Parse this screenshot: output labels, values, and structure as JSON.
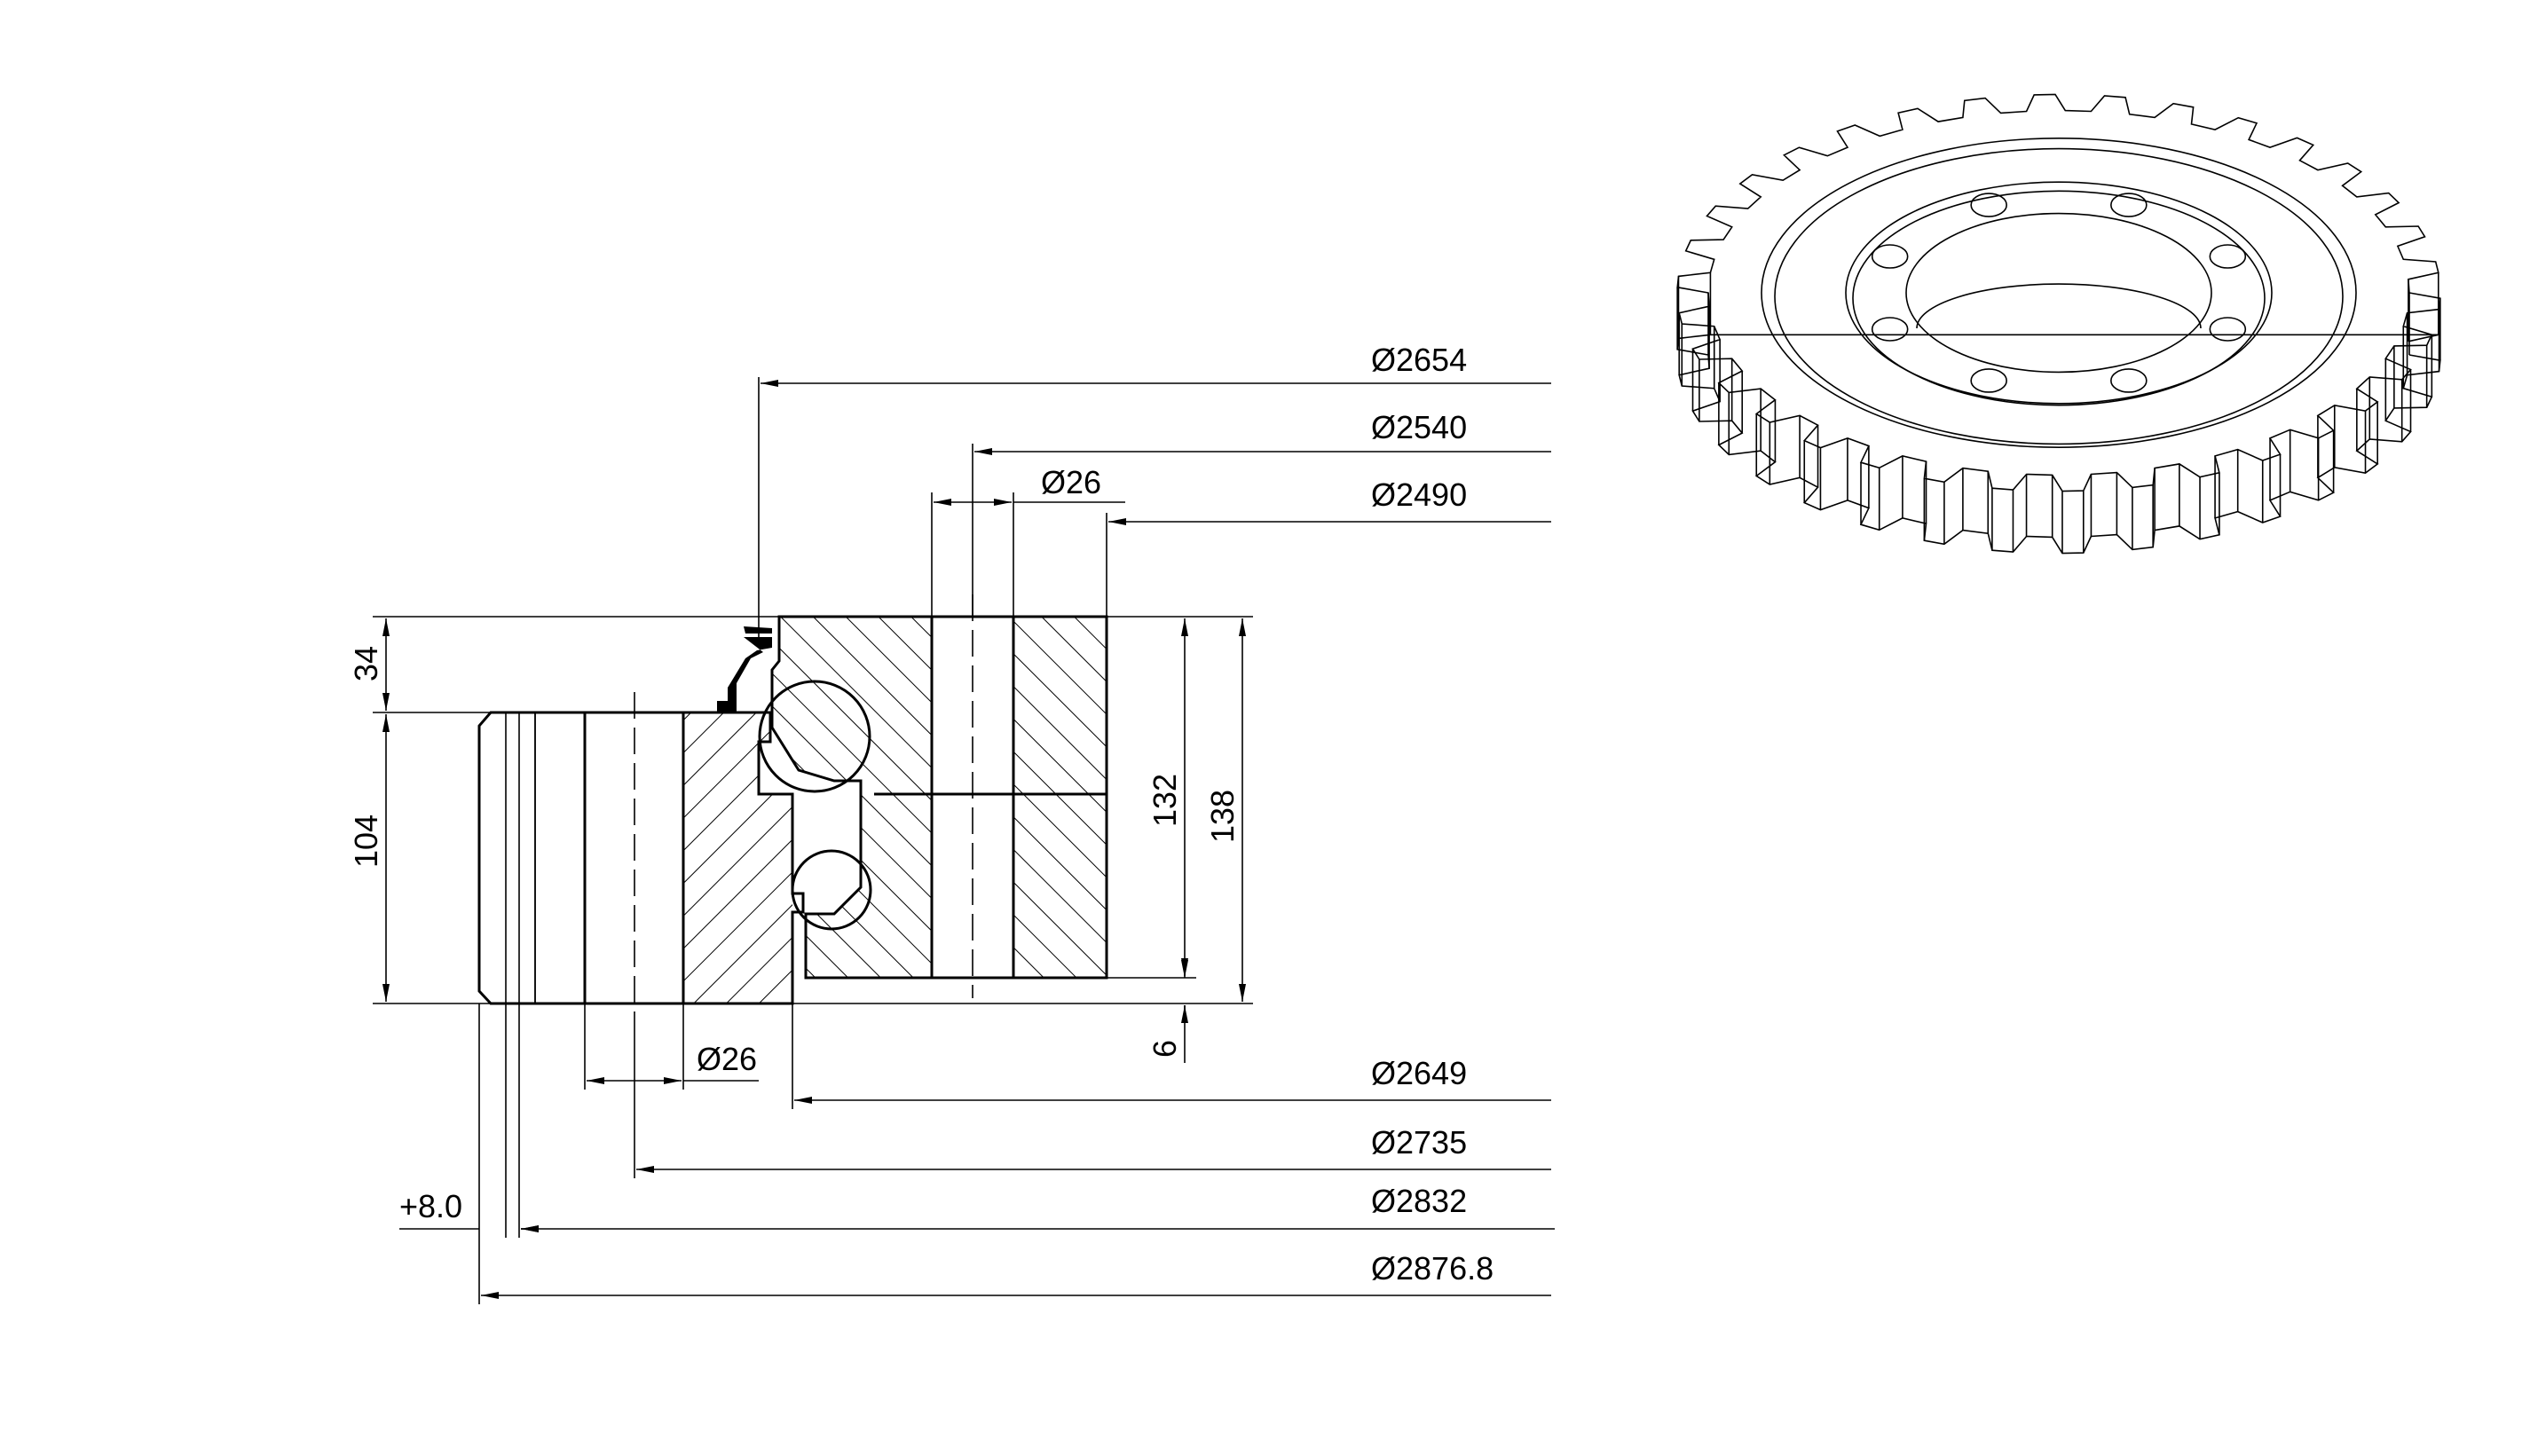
{
  "dimensions": {
    "d2654": "Ø2654",
    "d2540": "Ø2540",
    "d26_top": "Ø26",
    "d2490": "Ø2490",
    "h34": "34",
    "h104": "104",
    "h132": "132",
    "h138": "138",
    "h6": "6",
    "d26_bottom": "Ø26",
    "d2649": "Ø2649",
    "d2735": "Ø2735",
    "plus8": "+8.0",
    "d2832": "Ø2832",
    "d2876": "Ø2876.8"
  },
  "gear_view": {
    "teeth": 34,
    "bolt_holes": 8
  }
}
